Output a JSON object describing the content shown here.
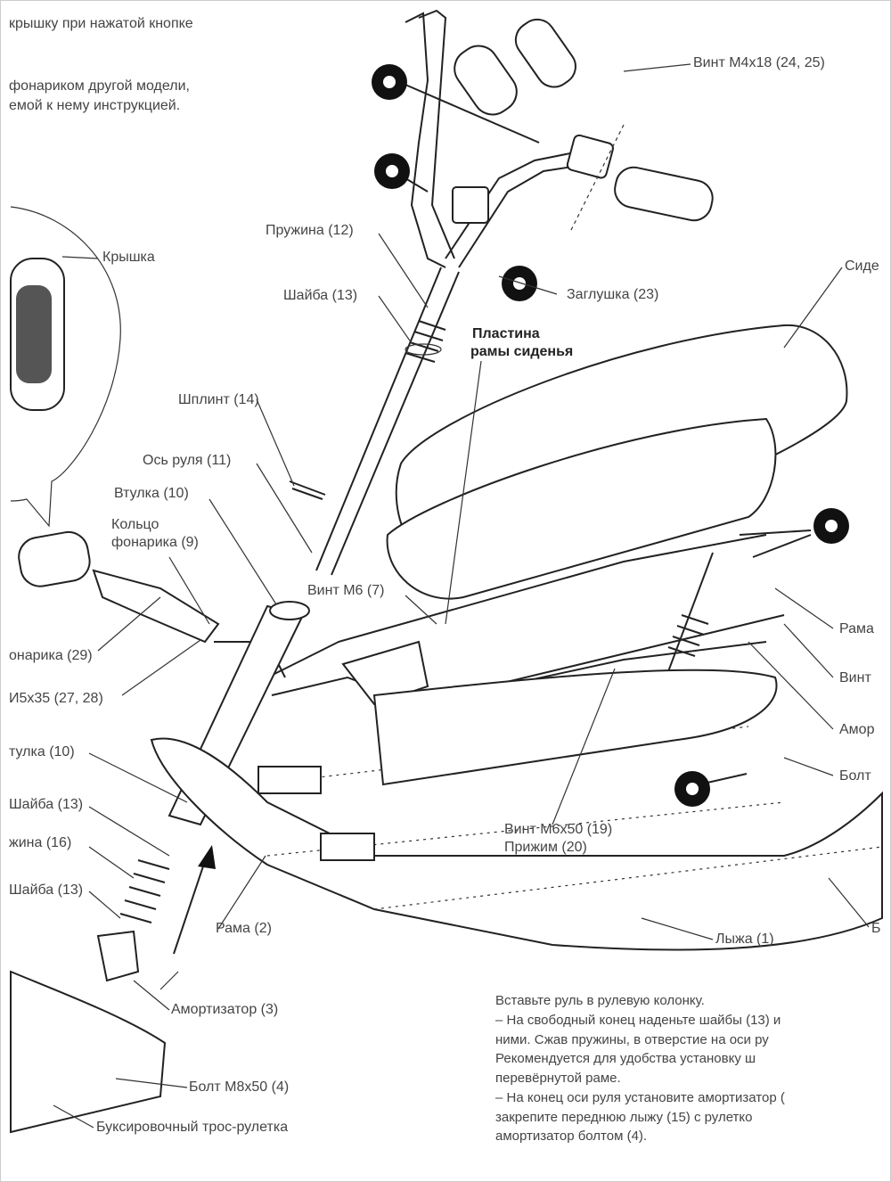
{
  "top_text": [
    "крышку при нажатой кнопке",
    "фонариком другой модели,",
    "емой к нему инструкцией."
  ],
  "labels": {
    "vint_m4": "Винт M4x18 (24, 25)",
    "kryshka": "Крышка",
    "pruzhina12": "Пружина (12)",
    "shayba13_top": "Шайба (13)",
    "zaglushka": "Заглушка (23)",
    "sidenie": "Сиде",
    "plastina": "Пластина",
    "plastina2": "рамы сиденья",
    "shplint": "Шплинт (14)",
    "os_rulya": "Ось руля (11)",
    "vtulka10_top": "Втулка (10)",
    "koltso": "Кольцо",
    "fonarika": "фонарика (9)",
    "vint_m6": "Винт М6 (7)",
    "rama_r": "Рама",
    "vint_r": "Винт",
    "fonarika29": "онарика (29)",
    "m5x35": "И5х35 (27, 28)",
    "amor_r": "Амор",
    "vtulka10_left": "тулка (10)",
    "bolt_r": "Болт",
    "shayba13_a": "Шайба (13)",
    "vint_m6x50": "Винт M6x50 (19)",
    "prizhim": "Прижим (20)",
    "pruzhina16": "жина (16)",
    "shayba13_b": "Шайба (13)",
    "rama2": "Рама (2)",
    "lyzha": "Лыжа (1)",
    "b_r": "Б",
    "amortizator": "Амортизатор (3)",
    "bolt_m8": "Болт M8x50 (4)",
    "tros": "Буксировочный трос-рулетка"
  },
  "instructions": [
    "Вставьте руль в рулевую колонку.",
    "–  На свободный конец наденьте шайбы (13) и",
    "ними. Сжав пружины, в отверстие на оси ру",
    "Рекомендуется для удобства установку ш",
    "перевёрнутой раме.",
    "–  На конец оси руля установите амортизатор (",
    "закрепите переднюю лыжу (15) с рулетко",
    "амортизатор болтом (4)."
  ],
  "icons": [
    "wrench-badge-icon"
  ]
}
